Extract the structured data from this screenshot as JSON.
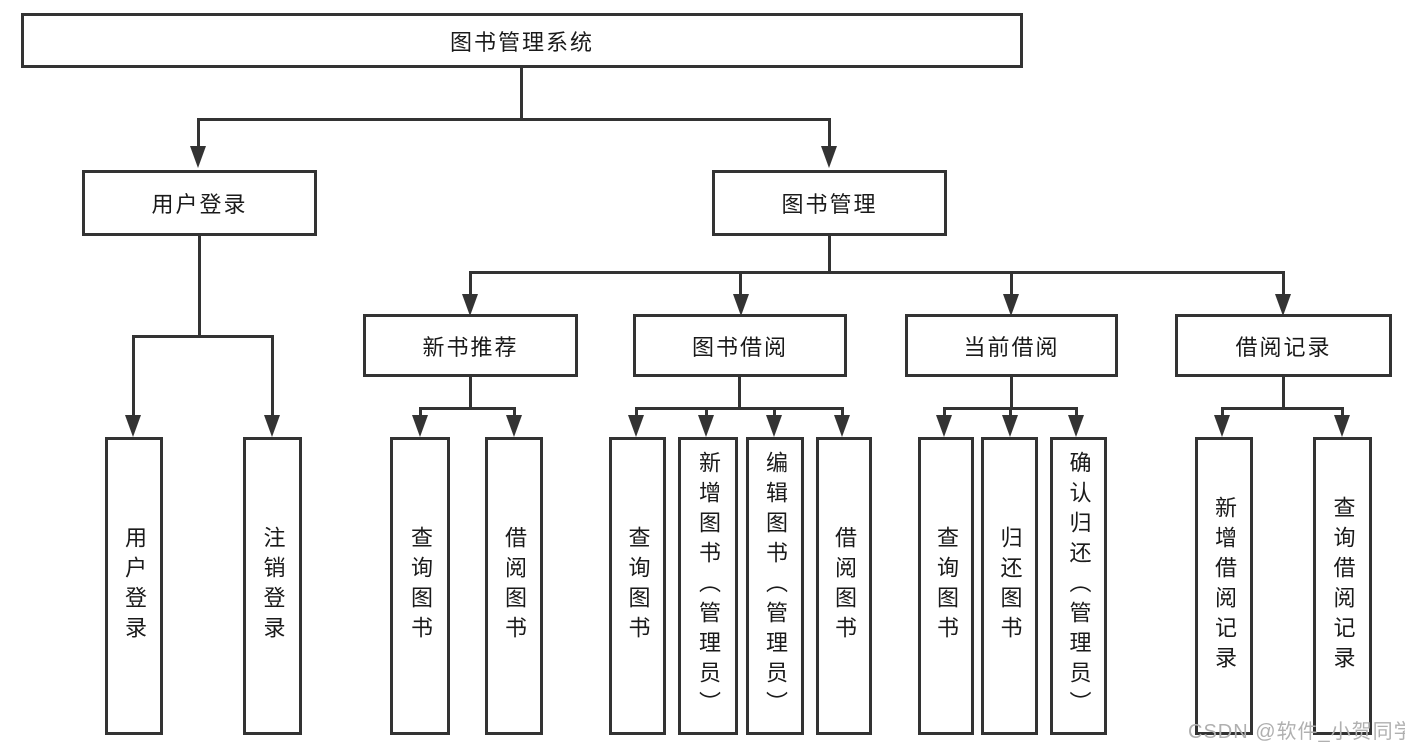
{
  "title": "图书管理系统",
  "watermark": "CSDN @软件_小贺同学",
  "colors": {
    "line": "#333333",
    "text": "#1a1a1a",
    "watermark": "#b0b0b0",
    "background": "#ffffff"
  },
  "tree": {
    "root": {
      "label": "图书管理系统"
    },
    "branches": [
      {
        "label": "用户登录",
        "children": [
          {
            "label": "用户登录"
          },
          {
            "label": "注销登录"
          }
        ]
      },
      {
        "label": "图书管理",
        "children": [
          {
            "label": "新书推荐",
            "children": [
              {
                "label": "查询图书"
              },
              {
                "label": "借阅图书"
              }
            ]
          },
          {
            "label": "图书借阅",
            "children": [
              {
                "label": "查询图书"
              },
              {
                "label": "新增图书（管理员）"
              },
              {
                "label": "编辑图书（管理员）"
              },
              {
                "label": "借阅图书"
              }
            ]
          },
          {
            "label": "当前借阅",
            "children": [
              {
                "label": "查询图书"
              },
              {
                "label": "归还图书"
              },
              {
                "label": "确认归还（管理员）"
              }
            ]
          },
          {
            "label": "借阅记录",
            "children": [
              {
                "label": "新增借阅记录"
              },
              {
                "label": "查询借阅记录"
              }
            ]
          }
        ]
      }
    ]
  }
}
